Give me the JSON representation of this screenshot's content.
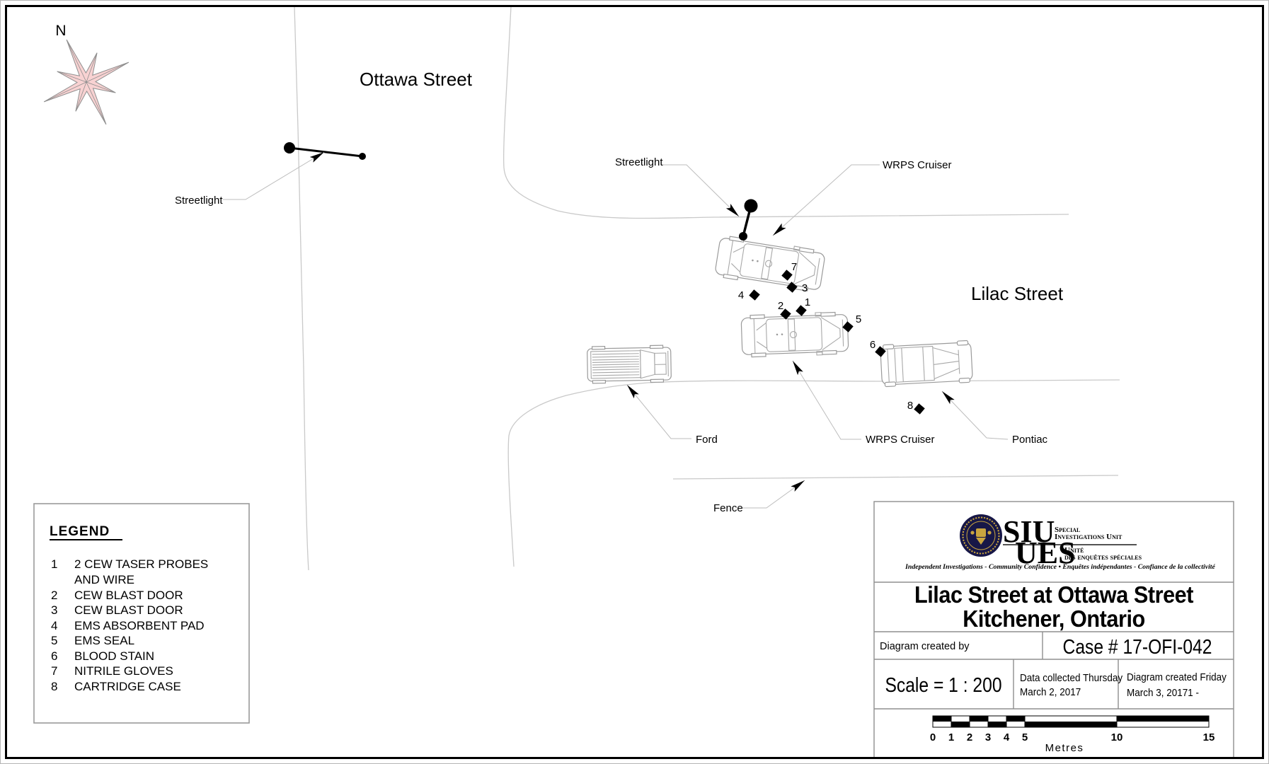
{
  "compass": {
    "north_label": "N"
  },
  "streets": {
    "ottawa": "Ottawa Street",
    "lilac": "Lilac Street"
  },
  "callouts": {
    "streetlight_left": "Streetlight",
    "streetlight_right": "Streetlight",
    "cruiser_top": "WRPS Cruiser",
    "cruiser_bottom": "WRPS Cruiser",
    "ford": "Ford",
    "pontiac": "Pontiac",
    "fence": "Fence"
  },
  "map_markers": [
    {
      "num": "1"
    },
    {
      "num": "2"
    },
    {
      "num": "3"
    },
    {
      "num": "4"
    },
    {
      "num": "5"
    },
    {
      "num": "6"
    },
    {
      "num": "7"
    },
    {
      "num": "8"
    }
  ],
  "legend": {
    "title": "LEGEND",
    "rows": [
      {
        "num": "1",
        "text": "2 CEW TASER PROBES"
      },
      {
        "num": "",
        "text": "AND WIRE"
      },
      {
        "num": "2",
        "text": "CEW BLAST DOOR"
      },
      {
        "num": "3",
        "text": "CEW BLAST DOOR"
      },
      {
        "num": "4",
        "text": "EMS ABSORBENT PAD"
      },
      {
        "num": "5",
        "text": "EMS SEAL"
      },
      {
        "num": "6",
        "text": "BLOOD STAIN"
      },
      {
        "num": "7",
        "text": "NITRILE GLOVES"
      },
      {
        "num": "8",
        "text": "CARTRIDGE CASE"
      }
    ]
  },
  "title_block": {
    "logo": {
      "siu": "SIU",
      "ues": "UES",
      "en_line1": "Special",
      "en_line2": "Investigations Unit",
      "fr_line1": "Unité",
      "fr_line2": "des enquêtes spéciales",
      "tagline": "Independent Investigations - Community Confidence • Enquêtes indépendantes - Confiance de la collectivité"
    },
    "title_line1": "Lilac Street at Ottawa Street",
    "title_line2": "Kitchener, Ontario",
    "created_by_label": "Diagram created by",
    "case_number": "Case # 17-OFI-042",
    "scale_label": "Scale =  1 : 200",
    "data_collected_line1": "Data collected Thursday",
    "data_collected_line2": "March 2, 2017",
    "diagram_created_line1": "Diagram created Friday",
    "diagram_created_line2": "March 3, 20171 -",
    "scale_bar": {
      "ticks": [
        "0",
        "1",
        "2",
        "3",
        "4",
        "5",
        "10",
        "15"
      ],
      "unit": "Metres"
    }
  },
  "colors": {
    "accent_red": "#e8342a",
    "compass_fill": "#f8d2d2",
    "navy": "#171747",
    "gold": "#c9a53f"
  }
}
